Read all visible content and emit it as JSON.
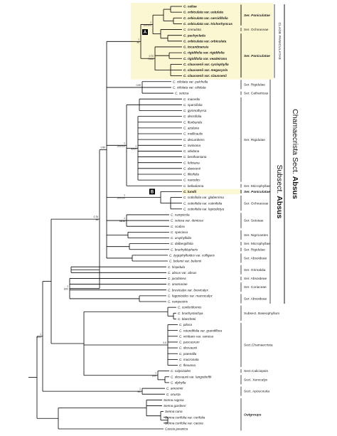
{
  "taxa": [
    {
      "name": "C. celiae",
      "bold": true
    },
    {
      "name": "C. orbiculata var. ustulata",
      "bold": true
    },
    {
      "name": "C. orbiculata var. cercidifolia",
      "bold": true
    },
    {
      "name": "C. orbiculata var. trichorhyncus",
      "bold": true
    },
    {
      "name": "C. crenulata",
      "bold": false
    },
    {
      "name": "C. pachycleda",
      "bold": true
    },
    {
      "name": "C. orbiculata var. orbiculata",
      "bold": true
    },
    {
      "name": "C. tocantinensis",
      "bold": true
    },
    {
      "name": "C. rigidifolia var. rigidifolia",
      "bold": true
    },
    {
      "name": "C. rigidifolia var. veadeirana",
      "bold": true
    },
    {
      "name": "C. claussenii var. cyclophylla",
      "bold": true
    },
    {
      "name": "C. claussenii var. megacycla",
      "bold": true
    },
    {
      "name": "C. claussenii var. claussenii",
      "bold": true
    },
    {
      "name": "C. ciliolata var. pulchella",
      "bold": false
    },
    {
      "name": "C. ciliolata var. ciliolata",
      "bold": false
    },
    {
      "name": "C. setosa",
      "bold": false
    },
    {
      "name": "C. macedoi",
      "bold": false
    },
    {
      "name": "C. sparsifolia",
      "bold": false
    },
    {
      "name": "C. gymnothyrsa",
      "bold": false
    },
    {
      "name": "C. densifolia",
      "bold": false
    },
    {
      "name": "C. floribunda",
      "bold": false
    },
    {
      "name": "C. azulana",
      "bold": false
    },
    {
      "name": "C. mollicaulis",
      "bold": false
    },
    {
      "name": "C. decumbens",
      "bold": false
    },
    {
      "name": "C. irwiniana",
      "bold": false
    },
    {
      "name": "C. obidana",
      "bold": false
    },
    {
      "name": "C. benthamiana",
      "bold": false
    },
    {
      "name": "C. feliciana",
      "bold": false
    },
    {
      "name": "C. dawsonii",
      "bold": false
    },
    {
      "name": "C. filicifolia",
      "bold": false
    },
    {
      "name": "C. nanodes",
      "bold": false
    },
    {
      "name": "C. belladonna",
      "bold": false
    },
    {
      "name": "C. lundii",
      "bold": true
    },
    {
      "name": "C. cotinifolia var. glaberrima",
      "bold": false
    },
    {
      "name": "C. cotinifolia var. cotinifolia",
      "bold": false
    },
    {
      "name": "C. cotinifolia var. leptodictya",
      "bold": false
    },
    {
      "name": "C. campicola",
      "bold": false
    },
    {
      "name": "C. setosa var. dentosa",
      "bold": false
    },
    {
      "name": "C. scabra",
      "bold": false
    },
    {
      "name": "C. speciosa",
      "bold": false
    },
    {
      "name": "C. urophyllidia",
      "bold": false
    },
    {
      "name": "C. dalbergiifolia",
      "bold": false
    },
    {
      "name": "C. brachyblepharis",
      "bold": false
    },
    {
      "name": "C. zygophylloides var. colligans",
      "bold": false
    },
    {
      "name": "C. belemii var. belemii",
      "bold": false
    },
    {
      "name": "C. hispidula",
      "bold": false
    },
    {
      "name": "C. absus var. absus",
      "bold": false
    },
    {
      "name": "C. jacobinea",
      "bold": false
    },
    {
      "name": "C. anamariae",
      "bold": false
    },
    {
      "name": "C. brevicalyx var. brevicalyx",
      "bold": false
    },
    {
      "name": "C. fagonioides var. macrocalyx",
      "bold": false
    },
    {
      "name": "C. campestris",
      "bold": false
    },
    {
      "name": "C. confertiformis",
      "bold": false
    },
    {
      "name": "C. brachystachya",
      "bold": false
    },
    {
      "name": "C. blanchetii",
      "bold": false
    },
    {
      "name": "C. pilosa",
      "bold": false
    },
    {
      "name": "C. rotundifolia var. grandiflora",
      "bold": false
    },
    {
      "name": "C. nictitans var. ramosa",
      "bold": false
    },
    {
      "name": "C. pascuorum",
      "bold": false
    },
    {
      "name": "C. desvauxii",
      "bold": false
    },
    {
      "name": "C. potentilla",
      "bold": false
    },
    {
      "name": "C. mucronata",
      "bold": false
    },
    {
      "name": "C. flexuosa",
      "bold": false
    },
    {
      "name": "C. calycioides",
      "bold": false
    },
    {
      "name": "C. desvauxii var. langsdorffii",
      "bold": false
    },
    {
      "name": "C. diphylla",
      "bold": false
    },
    {
      "name": "C. amorimii",
      "bold": false
    },
    {
      "name": "C. onusta",
      "bold": false
    },
    {
      "name": "Senna rugosa",
      "bold": false
    },
    {
      "name": "Senna gardneri",
      "bold": false
    },
    {
      "name": "Senna cana",
      "bold": false
    },
    {
      "name": "Senna corifolia var. corifolia",
      "bold": false
    },
    {
      "name": "Senna corifolia var. caesia",
      "bold": false
    },
    {
      "name": "Cassia javanica",
      "bold": false
    }
  ],
  "groups": [
    {
      "label": "Ser. Paniculatae",
      "bold": true,
      "start": 0,
      "end": 3
    },
    {
      "label": "Ser. Ochnaceae",
      "bold": false,
      "start": 4,
      "end": 4
    },
    {
      "label": "Ser. Paniculatae",
      "bold": true,
      "start": 5,
      "end": 12
    },
    {
      "label": "Ser. Rigidulae",
      "bold": false,
      "start": 13,
      "end": 14
    },
    {
      "label": "Ser. Catharticae",
      "bold": false,
      "start": 15,
      "end": 15
    },
    {
      "label": "Ser. Rigidulae",
      "bold": false,
      "start": 16,
      "end": 30
    },
    {
      "label": "Ser. Microphyllae",
      "bold": false,
      "start": 31,
      "end": 31
    },
    {
      "label": "Ser. Paniculatae",
      "bold": true,
      "start": 32,
      "end": 32
    },
    {
      "label": "Ser. Ochnaceae",
      "bold": false,
      "start": 33,
      "end": 35
    },
    {
      "label": "Ser. Setosae",
      "bold": false,
      "start": 36,
      "end": 38
    },
    {
      "label": "Ser. Nigricantes",
      "bold": false,
      "start": 39,
      "end": 40
    },
    {
      "label": "Ser. Microphyllae",
      "bold": false,
      "start": 41,
      "end": 41
    },
    {
      "label": "Ser. Rigidulae",
      "bold": false,
      "start": 42,
      "end": 42
    },
    {
      "label": "Ser. Absoideae",
      "bold": false,
      "start": 43,
      "end": 44
    },
    {
      "label": "Ser. Grimaldia",
      "bold": false,
      "start": 45,
      "end": 46
    },
    {
      "label": "Ser. Absoideae",
      "bold": false,
      "start": 47,
      "end": 47
    },
    {
      "label": "Ser. Coriaceae",
      "bold": false,
      "start": 48,
      "end": 49
    },
    {
      "label": "Ser. Absoideae",
      "bold": false,
      "start": 50,
      "end": 51
    },
    {
      "label": "Subsect. Baseophyllum",
      "bold": false,
      "start": 52,
      "end": 54
    },
    {
      "label": "Sect.Chamaecrista",
      "bold": false,
      "start": 55,
      "end": 62
    },
    {
      "label": "Sect.Caliciopsis",
      "bold": false,
      "start": 63,
      "end": 63
    },
    {
      "label": "Sect. Xerocalyx",
      "bold": false,
      "start": 64,
      "end": 65
    },
    {
      "label": "Sect. Apoucouita",
      "bold": false,
      "start": 66,
      "end": 67
    },
    {
      "label": "Outgroups",
      "bold": true,
      "start": 68,
      "end": 73
    }
  ],
  "supports": [
    {
      "text": "1\n100/100",
      "anchor": "L7"
    },
    {
      "text": "0.72\n75/60",
      "anchor": "L5"
    },
    {
      "text": "1\n98",
      "anchor": "L3"
    },
    {
      "text": "0.99",
      "anchor": "L13"
    },
    {
      "text": "1\n96/94",
      "anchor": "L14"
    },
    {
      "text": "1\n100/100",
      "anchor": "L20"
    },
    {
      "text": "1\n100/100",
      "anchor": "L24"
    },
    {
      "text": "1\n98/98",
      "anchor": "L25"
    },
    {
      "text": "0.89",
      "anchor": "L28"
    },
    {
      "text": "1\n100/",
      "anchor": "L31"
    },
    {
      "text": "0.76\n98",
      "anchor": "L37"
    },
    {
      "text": "0.5",
      "anchor": "L42"
    },
    {
      "text": "1\n100/",
      "anchor": "L43"
    },
    {
      "text": "1\n99/",
      "anchor": "L49"
    },
    {
      "text": "1\n100/",
      "anchor": "L47"
    }
  ],
  "node_markers": [
    {
      "label": "A",
      "taxon": 4
    },
    {
      "label": "B",
      "taxon": 32
    }
  ],
  "clade_label": "CLADE PANICULATAE",
  "side_title": {
    "main": "Chamaecrista Sect. ",
    "main_bold": "Absus"
  },
  "side_subtitle": {
    "main": "Subsect. ",
    "main_bold": "Absus"
  },
  "colors": {
    "highlight": "#fbf7d2",
    "line": "#000000",
    "text": "#111111"
  }
}
